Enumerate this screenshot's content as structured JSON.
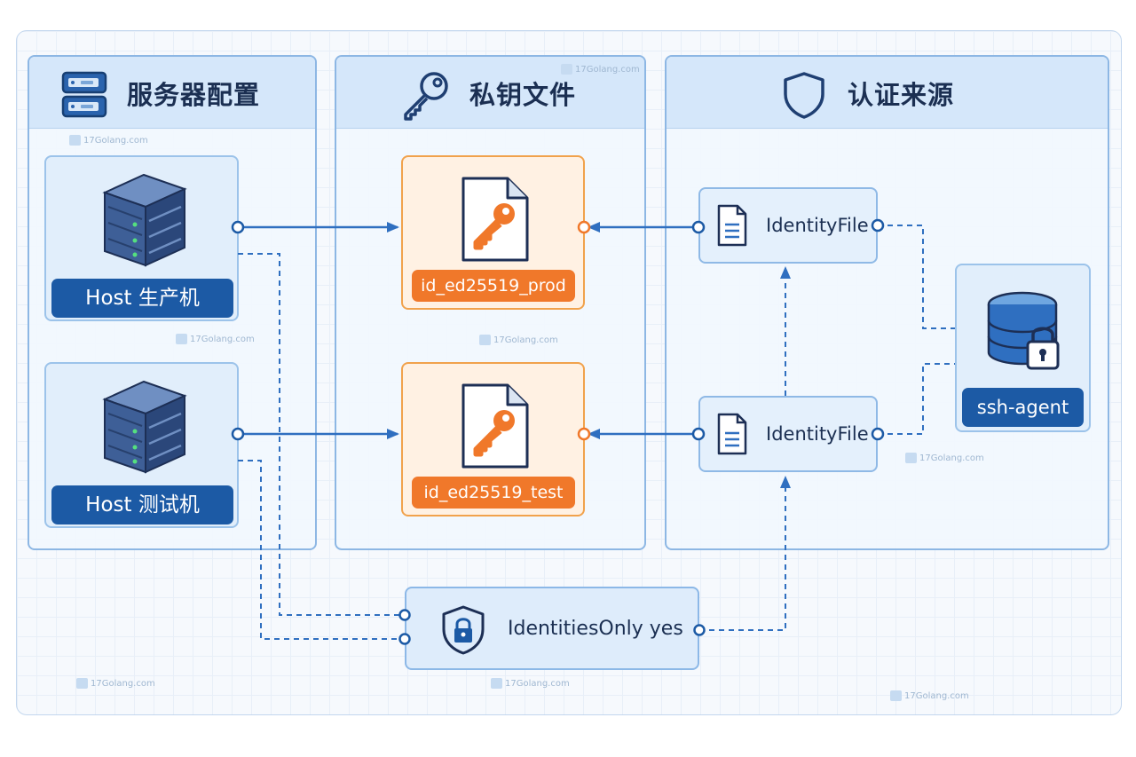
{
  "panels": {
    "server_config": {
      "title": "服务器配置"
    },
    "private_keys": {
      "title": "私钥文件"
    },
    "auth_sources": {
      "title": "认证来源"
    }
  },
  "hosts": [
    {
      "label": "Host  生产机"
    },
    {
      "label": "Host  测试机"
    }
  ],
  "keys": [
    {
      "label": "id_ed25519_prod"
    },
    {
      "label": "id_ed25519_test"
    }
  ],
  "identity_files": [
    {
      "label": "IdentityFile"
    },
    {
      "label": "IdentityFile"
    }
  ],
  "agent": {
    "label": "ssh-agent"
  },
  "option": {
    "label": "IdentitiesOnly yes"
  },
  "watermark": {
    "text": "17Golang.com"
  },
  "colors": {
    "primary_blue": "#1c5aa5",
    "connector_blue": "#2f6fc0",
    "key_orange": "#f0782a",
    "panel_header": "#d5e7fa"
  },
  "icons": {
    "server_config": "server-rack-icon",
    "private_keys": "key-icon",
    "auth_sources": "shield-icon",
    "host": "server-tower-icon",
    "key_file": "key-file-icon",
    "identity_file": "document-icon",
    "agent": "database-lock-icon",
    "option": "shield-lock-icon"
  }
}
